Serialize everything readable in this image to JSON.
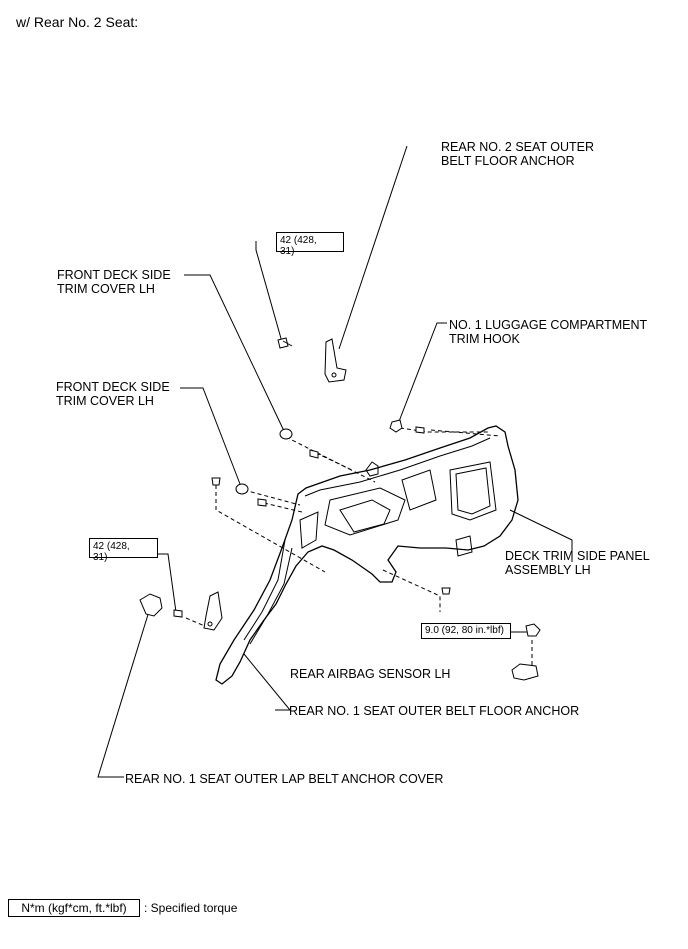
{
  "header": {
    "title": "w/ Rear No. 2 Seat:"
  },
  "labels": {
    "rear_no2_anchor": "REAR NO. 2 SEAT OUTER\nBELT FLOOR ANCHOR",
    "front_deck_cover_1": "FRONT DECK SIDE\nTRIM COVER LH",
    "front_deck_cover_2": "FRONT DECK SIDE\nTRIM COVER LH",
    "luggage_hook": "NO. 1 LUGGAGE COMPARTMENT\nTRIM HOOK",
    "deck_panel": "DECK TRIM SIDE PANEL\nASSEMBLY LH",
    "airbag_sensor": "REAR AIRBAG SENSOR LH",
    "rear_no1_anchor": "REAR NO. 1 SEAT OUTER BELT FLOOR ANCHOR",
    "lap_belt_cover": "REAR NO. 1 SEAT OUTER LAP BELT ANCHOR COVER"
  },
  "torques": {
    "top": "42 (428,\n31)",
    "left": "42 (428,\n31)",
    "sensor": "9.0 (92, 80 in.*lbf)"
  },
  "legend": {
    "unit": "N*m (kgf*cm, ft.*lbf)",
    "description": ": Specified torque"
  }
}
